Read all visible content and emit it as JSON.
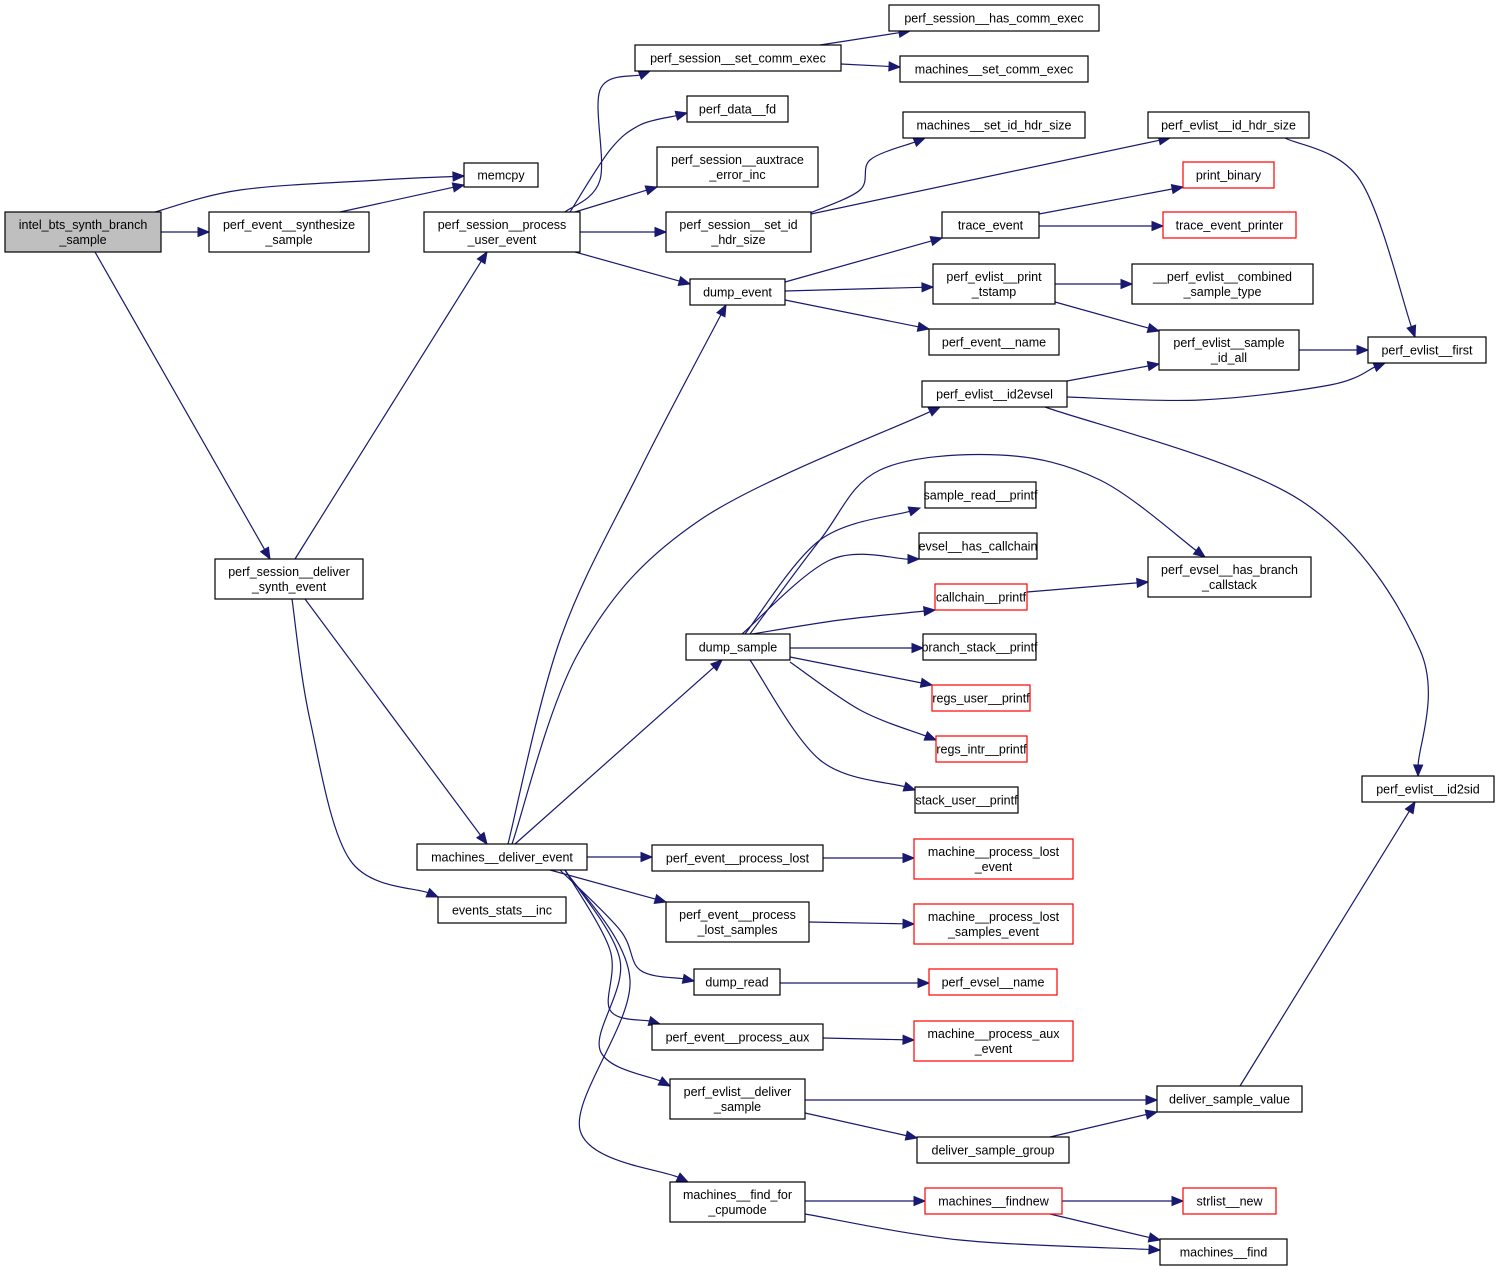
{
  "graph": {
    "type": "call-graph",
    "edge_color": "#191970",
    "node_border_color": "#000000",
    "truncated_node_border_color": "#ff0000",
    "root_fill_color": "#bfbfbf",
    "nodes": [
      {
        "id": "root",
        "lines": [
          "intel_bts_synth_branch",
          "_sample"
        ],
        "style": "root"
      },
      {
        "id": "synth_sample",
        "lines": [
          "perf_event__synthesize",
          "_sample"
        ],
        "style": "normal"
      },
      {
        "id": "memcpy",
        "lines": [
          "memcpy"
        ],
        "style": "normal"
      },
      {
        "id": "process_user_event",
        "lines": [
          "perf_session__process",
          "_user_event"
        ],
        "style": "normal"
      },
      {
        "id": "deliver_synth",
        "lines": [
          "perf_session__deliver",
          "_synth_event"
        ],
        "style": "normal"
      },
      {
        "id": "set_comm_exec",
        "lines": [
          "perf_session__set_comm_exec"
        ],
        "style": "normal"
      },
      {
        "id": "has_comm_exec",
        "lines": [
          "perf_session__has_comm_exec"
        ],
        "style": "normal"
      },
      {
        "id": "machines_set_comm_exec",
        "lines": [
          "machines__set_comm_exec"
        ],
        "style": "normal"
      },
      {
        "id": "data_fd",
        "lines": [
          "perf_data__fd"
        ],
        "style": "normal"
      },
      {
        "id": "auxtrace_err",
        "lines": [
          "perf_session__auxtrace",
          "_error_inc"
        ],
        "style": "normal"
      },
      {
        "id": "set_id_hdr",
        "lines": [
          "perf_session__set_id",
          "_hdr_size"
        ],
        "style": "normal"
      },
      {
        "id": "machines_set_id_hdr",
        "lines": [
          "machines__set_id_hdr_size"
        ],
        "style": "normal"
      },
      {
        "id": "evlist_id_hdr",
        "lines": [
          "perf_evlist__id_hdr_size"
        ],
        "style": "normal"
      },
      {
        "id": "dump_event",
        "lines": [
          "dump_event"
        ],
        "style": "normal"
      },
      {
        "id": "trace_event",
        "lines": [
          "trace_event"
        ],
        "style": "normal"
      },
      {
        "id": "print_binary",
        "lines": [
          "print_binary"
        ],
        "style": "red"
      },
      {
        "id": "trace_event_printer",
        "lines": [
          "trace_event_printer"
        ],
        "style": "red"
      },
      {
        "id": "print_tstamp",
        "lines": [
          "perf_evlist__print",
          "_tstamp"
        ],
        "style": "normal"
      },
      {
        "id": "combined_sample_type",
        "lines": [
          "__perf_evlist__combined",
          "_sample_type"
        ],
        "style": "normal"
      },
      {
        "id": "event_name",
        "lines": [
          "perf_event__name"
        ],
        "style": "normal"
      },
      {
        "id": "sample_id_all",
        "lines": [
          "perf_evlist__sample",
          "_id_all"
        ],
        "style": "normal"
      },
      {
        "id": "evlist_first",
        "lines": [
          "perf_evlist__first"
        ],
        "style": "normal"
      },
      {
        "id": "id2evsel",
        "lines": [
          "perf_evlist__id2evsel"
        ],
        "style": "normal"
      },
      {
        "id": "sample_read_printf",
        "lines": [
          "sample_read__printf"
        ],
        "style": "normal"
      },
      {
        "id": "has_callchain",
        "lines": [
          "evsel__has_callchain"
        ],
        "style": "normal"
      },
      {
        "id": "callchain_printf",
        "lines": [
          "callchain__printf"
        ],
        "style": "red"
      },
      {
        "id": "has_branch_callstack",
        "lines": [
          "perf_evsel__has_branch",
          "_callstack"
        ],
        "style": "normal"
      },
      {
        "id": "dump_sample",
        "lines": [
          "dump_sample"
        ],
        "style": "normal"
      },
      {
        "id": "branch_stack_printf",
        "lines": [
          "branch_stack__printf"
        ],
        "style": "normal"
      },
      {
        "id": "regs_user_printf",
        "lines": [
          "regs_user__printf"
        ],
        "style": "red"
      },
      {
        "id": "regs_intr_printf",
        "lines": [
          "regs_intr__printf"
        ],
        "style": "red"
      },
      {
        "id": "stack_user_printf",
        "lines": [
          "stack_user__printf"
        ],
        "style": "normal"
      },
      {
        "id": "id2sid",
        "lines": [
          "perf_evlist__id2sid"
        ],
        "style": "normal"
      },
      {
        "id": "deliver_event",
        "lines": [
          "machines__deliver_event"
        ],
        "style": "normal"
      },
      {
        "id": "events_stats_inc",
        "lines": [
          "events_stats__inc"
        ],
        "style": "normal"
      },
      {
        "id": "process_lost",
        "lines": [
          "perf_event__process_lost"
        ],
        "style": "normal"
      },
      {
        "id": "machine_process_lost",
        "lines": [
          "machine__process_lost",
          "_event"
        ],
        "style": "red"
      },
      {
        "id": "process_lost_samples",
        "lines": [
          "perf_event__process",
          "_lost_samples"
        ],
        "style": "normal"
      },
      {
        "id": "machine_lost_samples",
        "lines": [
          "machine__process_lost",
          "_samples_event"
        ],
        "style": "red"
      },
      {
        "id": "dump_read",
        "lines": [
          "dump_read"
        ],
        "style": "normal"
      },
      {
        "id": "evsel_name",
        "lines": [
          "perf_evsel__name"
        ],
        "style": "red"
      },
      {
        "id": "process_aux",
        "lines": [
          "perf_event__process_aux"
        ],
        "style": "normal"
      },
      {
        "id": "machine_process_aux",
        "lines": [
          "machine__process_aux",
          "_event"
        ],
        "style": "red"
      },
      {
        "id": "evlist_deliver_sample",
        "lines": [
          "perf_evlist__deliver",
          "_sample"
        ],
        "style": "normal"
      },
      {
        "id": "deliver_sample_value",
        "lines": [
          "deliver_sample_value"
        ],
        "style": "normal"
      },
      {
        "id": "deliver_sample_group",
        "lines": [
          "deliver_sample_group"
        ],
        "style": "normal"
      },
      {
        "id": "find_for_cpumode",
        "lines": [
          "machines__find_for",
          "_cpumode"
        ],
        "style": "normal"
      },
      {
        "id": "findnew",
        "lines": [
          "machines__findnew"
        ],
        "style": "red"
      },
      {
        "id": "strlist_new",
        "lines": [
          "strlist__new"
        ],
        "style": "red"
      },
      {
        "id": "machines_find",
        "lines": [
          "machines__find"
        ],
        "style": "normal"
      }
    ],
    "edges": [
      [
        "root",
        "memcpy"
      ],
      [
        "root",
        "synth_sample"
      ],
      [
        "root",
        "deliver_synth"
      ],
      [
        "synth_sample",
        "memcpy"
      ],
      [
        "process_user_event",
        "set_comm_exec"
      ],
      [
        "process_user_event",
        "data_fd"
      ],
      [
        "process_user_event",
        "auxtrace_err"
      ],
      [
        "process_user_event",
        "set_id_hdr"
      ],
      [
        "process_user_event",
        "dump_event"
      ],
      [
        "set_comm_exec",
        "has_comm_exec"
      ],
      [
        "set_comm_exec",
        "machines_set_comm_exec"
      ],
      [
        "set_id_hdr",
        "machines_set_id_hdr"
      ],
      [
        "set_id_hdr",
        "evlist_id_hdr"
      ],
      [
        "evlist_id_hdr",
        "evlist_first"
      ],
      [
        "dump_event",
        "trace_event"
      ],
      [
        "dump_event",
        "print_tstamp"
      ],
      [
        "dump_event",
        "event_name"
      ],
      [
        "trace_event",
        "print_binary"
      ],
      [
        "trace_event",
        "trace_event_printer"
      ],
      [
        "print_tstamp",
        "combined_sample_type"
      ],
      [
        "print_tstamp",
        "sample_id_all"
      ],
      [
        "sample_id_all",
        "evlist_first"
      ],
      [
        "id2evsel",
        "sample_id_all"
      ],
      [
        "id2evsel",
        "evlist_first"
      ],
      [
        "id2evsel",
        "id2sid"
      ],
      [
        "deliver_synth",
        "process_user_event"
      ],
      [
        "deliver_synth",
        "deliver_event"
      ],
      [
        "deliver_synth",
        "events_stats_inc"
      ],
      [
        "deliver_event",
        "dump_event"
      ],
      [
        "deliver_event",
        "id2evsel"
      ],
      [
        "deliver_event",
        "dump_sample"
      ],
      [
        "deliver_event",
        "process_lost"
      ],
      [
        "deliver_event",
        "process_lost_samples"
      ],
      [
        "deliver_event",
        "dump_read"
      ],
      [
        "deliver_event",
        "process_aux"
      ],
      [
        "deliver_event",
        "evlist_deliver_sample"
      ],
      [
        "deliver_event",
        "find_for_cpumode"
      ],
      [
        "deliver_event",
        "events_stats_inc"
      ],
      [
        "dump_sample",
        "sample_read_printf"
      ],
      [
        "dump_sample",
        "has_callchain"
      ],
      [
        "dump_sample",
        "callchain_printf"
      ],
      [
        "dump_sample",
        "has_branch_callstack"
      ],
      [
        "dump_sample",
        "branch_stack_printf"
      ],
      [
        "dump_sample",
        "regs_user_printf"
      ],
      [
        "dump_sample",
        "regs_intr_printf"
      ],
      [
        "dump_sample",
        "stack_user_printf"
      ],
      [
        "callchain_printf",
        "has_branch_callstack"
      ],
      [
        "process_lost",
        "machine_process_lost"
      ],
      [
        "process_lost_samples",
        "machine_lost_samples"
      ],
      [
        "dump_read",
        "evsel_name"
      ],
      [
        "process_aux",
        "machine_process_aux"
      ],
      [
        "evlist_deliver_sample",
        "deliver_sample_value"
      ],
      [
        "evlist_deliver_sample",
        "deliver_sample_group"
      ],
      [
        "deliver_sample_group",
        "deliver_sample_value"
      ],
      [
        "deliver_sample_value",
        "id2sid"
      ],
      [
        "find_for_cpumode",
        "findnew"
      ],
      [
        "find_for_cpumode",
        "machines_find"
      ],
      [
        "findnew",
        "strlist_new"
      ],
      [
        "findnew",
        "machines_find"
      ]
    ]
  }
}
